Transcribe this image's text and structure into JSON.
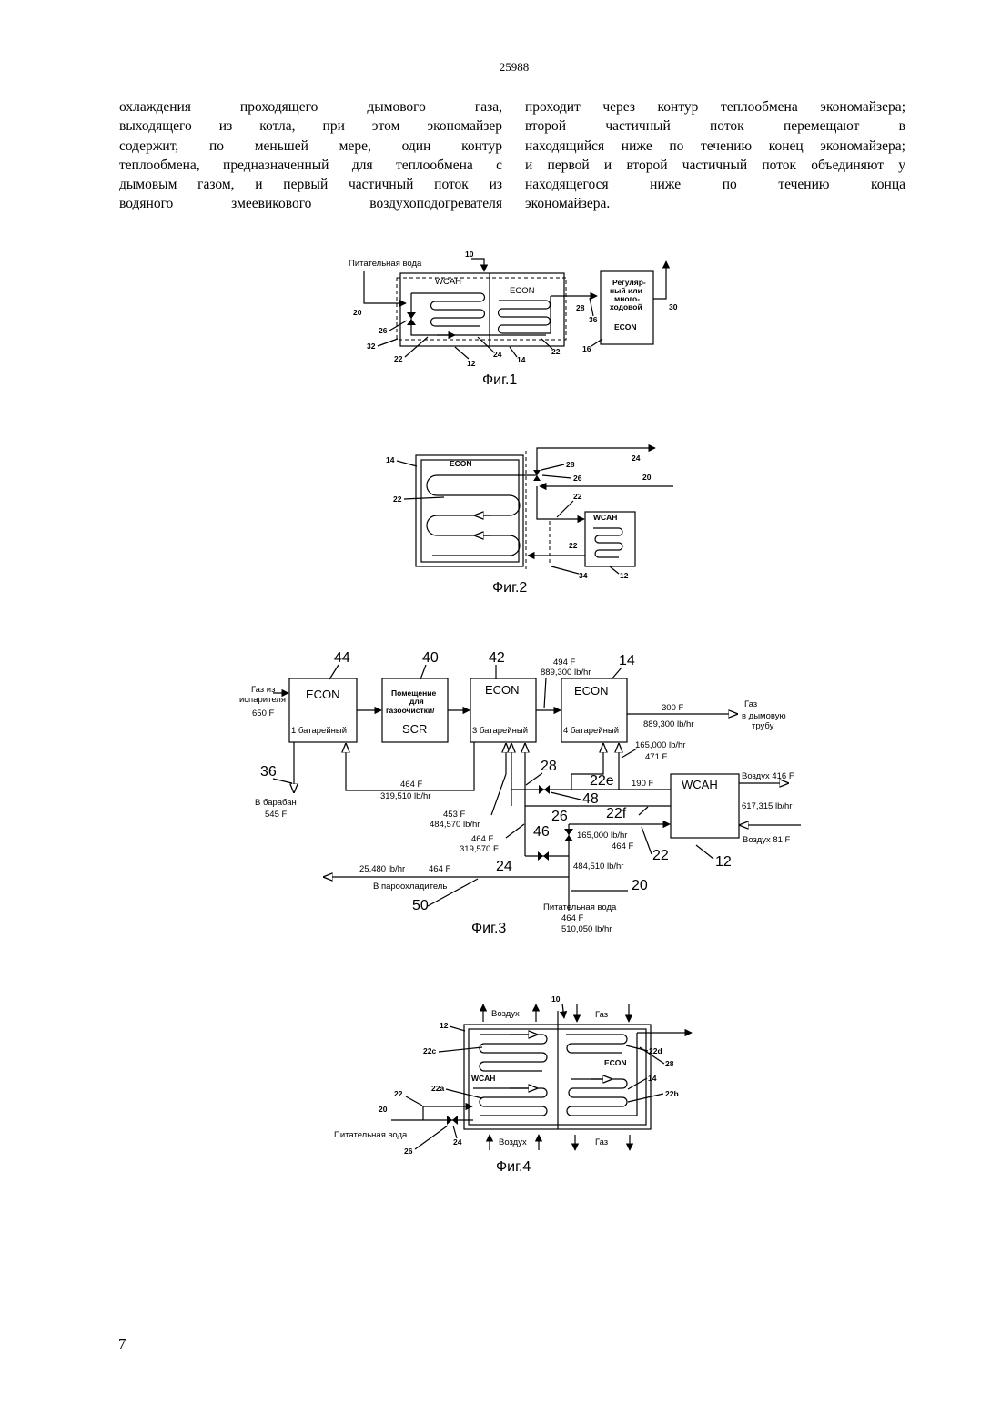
{
  "page_number_top": "25988",
  "page_number_bottom": "7",
  "text": {
    "left_lines": [
      "охлаждения проходящего дымового газа,",
      "выходящего из котла, при этом экономайзер",
      "содержит, по меньшей мере, один контур",
      "теплообмена, предназначенный для теплообмена с",
      "дымовым газом, и первый частичный поток из",
      "водяного змеевикового воздухоподогревателя"
    ],
    "right_lines": [
      "проходит через контур теплообмена экономайзера;",
      "второй частичный поток перемещают в",
      "находящийся ниже по течению конец экономайзера;",
      "и первой и второй частичный поток объединяют у",
      "находящегося ниже по течению конца",
      "экономайзера."
    ]
  },
  "fig1": {
    "caption": "Фиг.1",
    "feedwater": "Питательная вода",
    "n10": "10",
    "wcah": "WCAH",
    "econ": "ECON",
    "n20": "20",
    "n26": "26",
    "n32": "32",
    "n22a": "22",
    "n12": "12",
    "n24": "24",
    "n14": "14",
    "n22b": "22",
    "n28": "28",
    "n36": "36",
    "n16": "16",
    "n30": "30",
    "box16": [
      "Регуляр-",
      "ный или",
      "много-",
      "ходовой"
    ],
    "box16_econ": "ECON"
  },
  "fig2": {
    "caption": "Фиг.2",
    "n14": "14",
    "econ": "ECON",
    "n22a": "22",
    "n24": "24",
    "n28": "28",
    "n26": "26",
    "n20": "20",
    "n22b": "22",
    "wcah": "WCAH",
    "n22c": "22",
    "n34": "34",
    "n12": "12"
  },
  "fig3": {
    "caption": "Фиг.3",
    "n44": "44",
    "n40": "40",
    "n42": "42",
    "n14": "14",
    "n36": "36",
    "box1": {
      "title": "ECON",
      "sub": "1 батарейный"
    },
    "box2": [
      "Помещение",
      "для",
      "газоочистки/",
      "SCR"
    ],
    "box3": {
      "title": "ECON",
      "sub": "3 батарейный"
    },
    "box4": {
      "title": "ECON",
      "sub": "4 батарейный"
    },
    "gas_in": [
      "Газ из",
      "испарителя",
      "650 F"
    ],
    "top_flow": [
      "494 F",
      "889,300 lb/hr"
    ],
    "out_temp": "300 F",
    "out_flow": "889,300 lb/hr",
    "stack": [
      "Газ",
      "в дымовую",
      "трубу"
    ],
    "drum": [
      "В барабан",
      "545 F"
    ],
    "ret": [
      "464 F",
      "319,510 lb/hr"
    ],
    "r1": [
      "165,000 lb/hr",
      "471 F"
    ],
    "n28": "28",
    "n22e": "22e",
    "t190": "190 F",
    "n48": "48",
    "wcah": "WCAH",
    "air_out": "Воздух 416 F",
    "air_flow": "617,315 lb/hr",
    "air_in": "Воздух 81 F",
    "n22f": "22f",
    "f453": [
      "453 F",
      "484,570 lb/hr"
    ],
    "n26": "26",
    "f464": [
      "464 F",
      "319,570 F"
    ],
    "n46": "46",
    "r2": [
      "165,000 lb/hr",
      "464 F"
    ],
    "n22": "22",
    "n12": "12",
    "n24": "24",
    "f484": "484,510 lb/hr",
    "desuper_flow": "25,480 lb/hr",
    "desuper_temp": "464 F",
    "to_desuper": "В пароохладитель",
    "n20": "20",
    "n50": "50",
    "feed": [
      "Питательная вода",
      "464 F",
      "510,050 lb/hr"
    ]
  },
  "fig4": {
    "caption": "Фиг.4",
    "air_top": "Воздух",
    "gas_top": "Газ",
    "n10": "10",
    "n12": "12",
    "n22c": "22c",
    "n22d": "22d",
    "n28": "28",
    "econ": "ECON",
    "wcah": "WCAH",
    "n14": "14",
    "n22a": "22a",
    "n22b": "22b",
    "n22": "22",
    "n20": "20",
    "feed": "Питательная вода",
    "n24": "24",
    "n26": "26",
    "air_bottom": "Воздух",
    "gas_bottom": "Газ"
  }
}
